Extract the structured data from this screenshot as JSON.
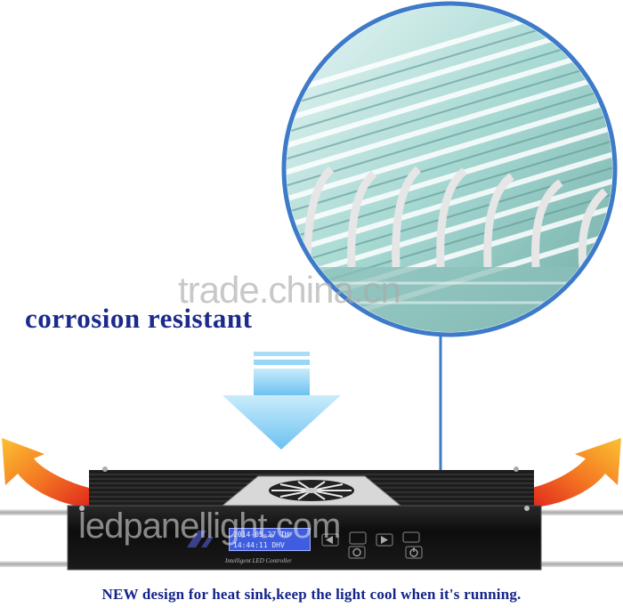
{
  "headline": "corrosion resistant",
  "caption": "NEW design for heat sink,keep the light cool when it's running.",
  "watermarks": {
    "site": "trade.china.cn",
    "brand": "ledpanellight.com"
  },
  "controller": {
    "lcd_line1": "2014-05-27 TH",
    "lcd_line2": "14:44:11   DHV",
    "label": "Intelligent LED Controller"
  },
  "colors": {
    "headline": "#1b2a8c",
    "down_arrow": "#8fd0f5",
    "side_arrows": "#f59a25",
    "zoom_ring": "#3d7bc9",
    "lcd": "#3f5de0",
    "fixture_body": "#111111"
  }
}
